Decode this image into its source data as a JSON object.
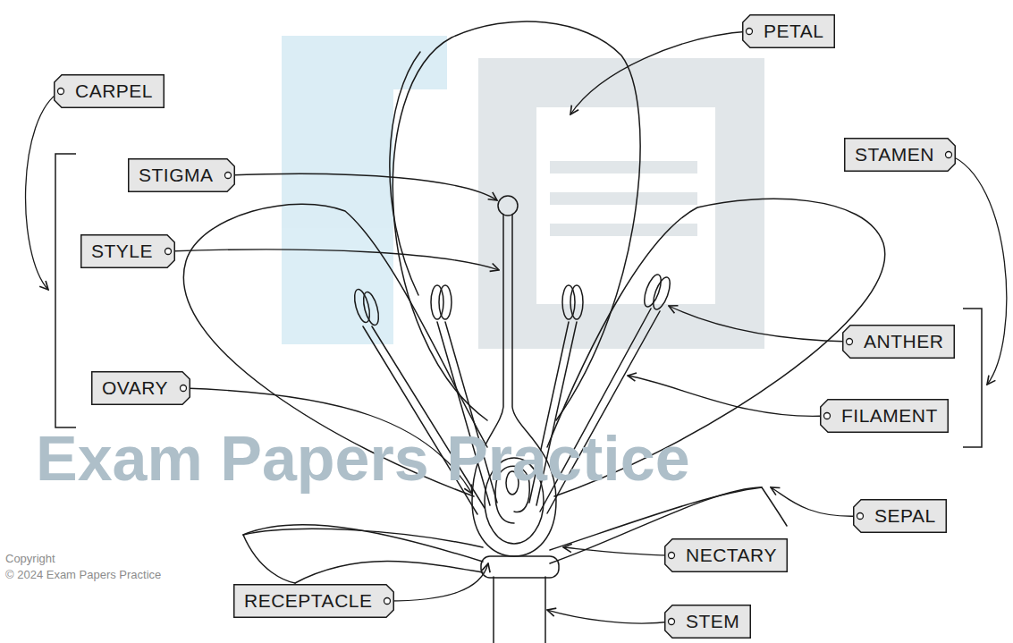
{
  "diagram": {
    "nodes": [
      {
        "text": [
          "PETAL"
        ]
      },
      {
        "text": [
          "CARPEL"
        ]
      },
      {
        "text": [
          "STAMEN"
        ]
      },
      {
        "text": [
          "STIGMA"
        ]
      },
      {
        "text": [
          "STYLE"
        ]
      },
      {
        "text": [
          "ANTHER"
        ]
      },
      {
        "text": [
          "OVARY"
        ]
      },
      {
        "text": [
          "FILAMENT"
        ]
      },
      {
        "text": [
          "SEPAL"
        ]
      },
      {
        "text": [
          "NECTARY"
        ]
      },
      {
        "text": [
          "RECEPTACLE"
        ]
      },
      {
        "text": [
          "STEM"
        ]
      }
    ],
    "labels": [
      "Exam Papers Practice",
      "Copyright",
      "© 2024 Exam Papers Practice"
    ]
  }
}
